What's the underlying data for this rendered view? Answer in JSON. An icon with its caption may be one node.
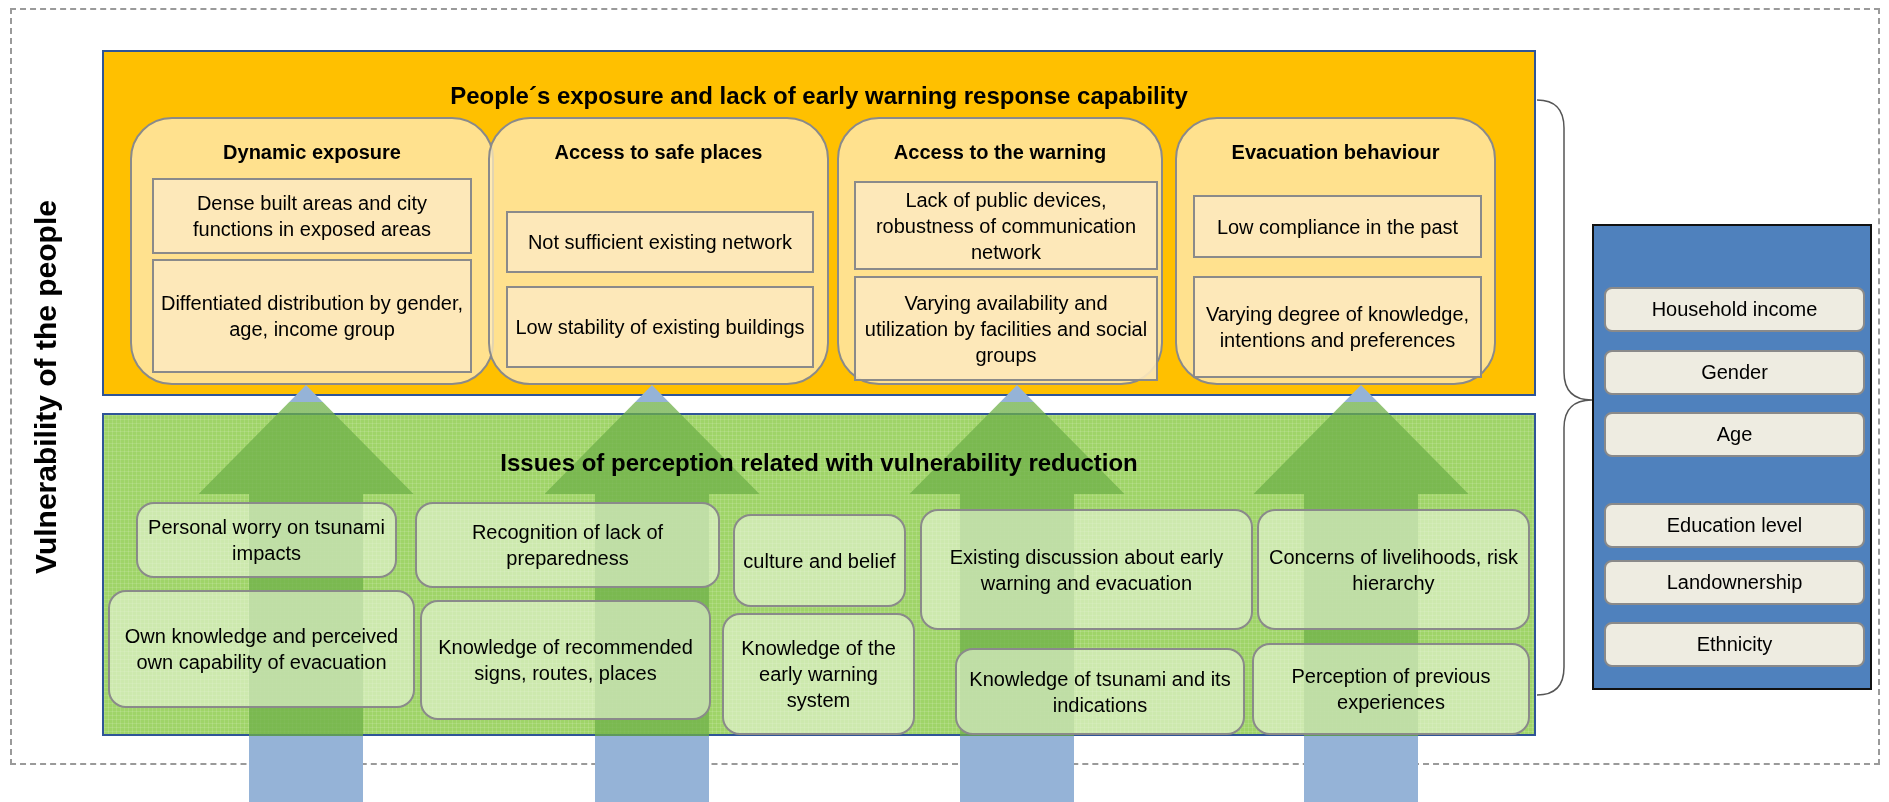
{
  "diagram": {
    "nodes": [
      {
        "text": [
          "Vulnerability of the people"
        ]
      },
      {
        "text": [
          "People´s exposure and lack of early warning response capability"
        ],
        "in": 0
      },
      {
        "text": [
          "Dynamic exposure"
        ],
        "in": 1
      },
      {
        "text": [
          "Dense built areas and city functions in exposed areas"
        ],
        "in": 2
      },
      {
        "text": [
          "Diffentiated distribution by gender, age, income group"
        ],
        "in": 2
      },
      {
        "text": [
          "Access to safe places"
        ],
        "in": 1
      },
      {
        "text": [
          "Not sufficient existing network"
        ],
        "in": 5
      },
      {
        "text": [
          "Low stability of existing buildings"
        ],
        "in": 5
      },
      {
        "text": [
          "Access to the warning"
        ],
        "in": 1
      },
      {
        "text": [
          "Lack of public devices, robustness of communication network"
        ],
        "in": 8
      },
      {
        "text": [
          "Varying availability and utilization by facilities and social groups"
        ],
        "in": 8
      },
      {
        "text": [
          "Evacuation behaviour"
        ],
        "in": 1
      },
      {
        "text": [
          "Low compliance in the past"
        ],
        "in": 11
      },
      {
        "text": [
          "Varying degree of knowledge, intentions and preferences"
        ],
        "in": 11
      },
      {
        "text": [
          "Issues of perception related with vulnerability reduction"
        ],
        "in": 0
      },
      {
        "text": [
          "Personal worry on tsunami impacts"
        ],
        "in": 14
      },
      {
        "text": [
          "Recognition of lack of preparedness"
        ],
        "in": 14
      },
      {
        "text": [
          "culture and belief"
        ],
        "in": 14
      },
      {
        "text": [
          "Existing discussion about early warning and evacuation"
        ],
        "in": 14
      },
      {
        "text": [
          "Concerns of livelihoods, risk hierarchy"
        ],
        "in": 14
      },
      {
        "text": [
          "Own knowledge and perceived own capability of evacuation"
        ],
        "in": 14
      },
      {
        "text": [
          "Knowledge of recommended signs, routes, places"
        ],
        "in": 14
      },
      {
        "text": [
          "Knowledge of the early warning system"
        ],
        "in": 14
      },
      {
        "text": [
          "Knowledge of tsunami and its indications"
        ],
        "in": 14
      },
      {
        "text": [
          "Perception of previous experiences"
        ],
        "in": 14
      },
      {
        "text": [],
        "shape": "box",
        "in": 0
      },
      {
        "text": [
          "Household income"
        ],
        "in": 25
      },
      {
        "text": [
          "Gender"
        ],
        "in": 25
      },
      {
        "text": [
          "Age"
        ],
        "in": 25
      },
      {
        "text": [
          "Education level"
        ],
        "in": 25
      },
      {
        "text": [
          "Landownership"
        ],
        "in": 25
      },
      {
        "text": [
          "Ethnicity"
        ],
        "in": 25
      }
    ],
    "edges": [
      {
        "from": null,
        "to": 2,
        "arrow": "to"
      },
      {
        "from": null,
        "to": 5,
        "arrow": "to"
      },
      {
        "from": null,
        "to": 8,
        "arrow": "to"
      },
      {
        "from": null,
        "to": 11,
        "arrow": "to"
      }
    ]
  }
}
